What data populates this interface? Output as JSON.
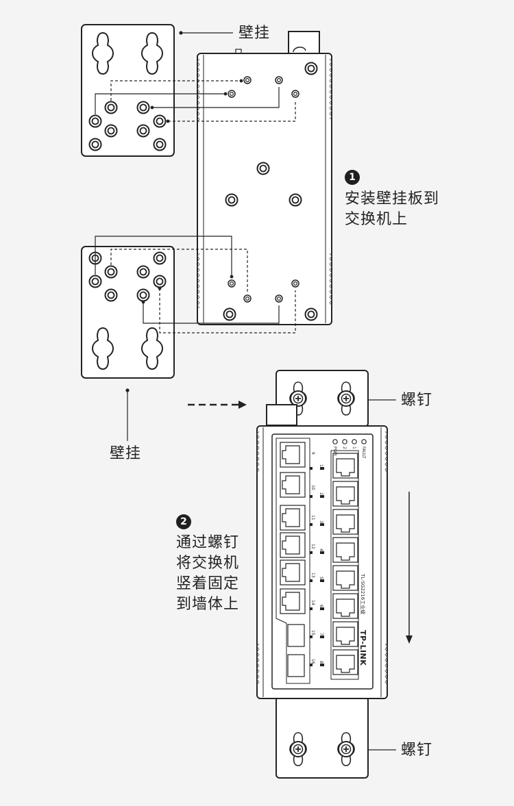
{
  "labels": {
    "wall_bracket_top": "壁挂",
    "wall_bracket_bottom": "壁挂",
    "screw_top": "螺钉",
    "screw_bottom": "螺钉"
  },
  "steps": [
    {
      "number": "1",
      "text": "安装壁挂板到\n交换机上"
    },
    {
      "number": "2",
      "text": "通过螺钉\n将交换机\n竖着固定\n到墙体上"
    }
  ],
  "device": {
    "brand": "TP-LINK",
    "model": "TL-SG2216工业级",
    "led_labels": [
      "FAULT",
      "1",
      "2",
      "PWR"
    ],
    "port_numbers_right": [
      "1",
      "2",
      "3",
      "4",
      "5",
      "6",
      "7",
      "8"
    ],
    "port_numbers_left": [
      "9",
      "10",
      "11",
      "12",
      "13",
      "14",
      "15",
      "16"
    ]
  }
}
